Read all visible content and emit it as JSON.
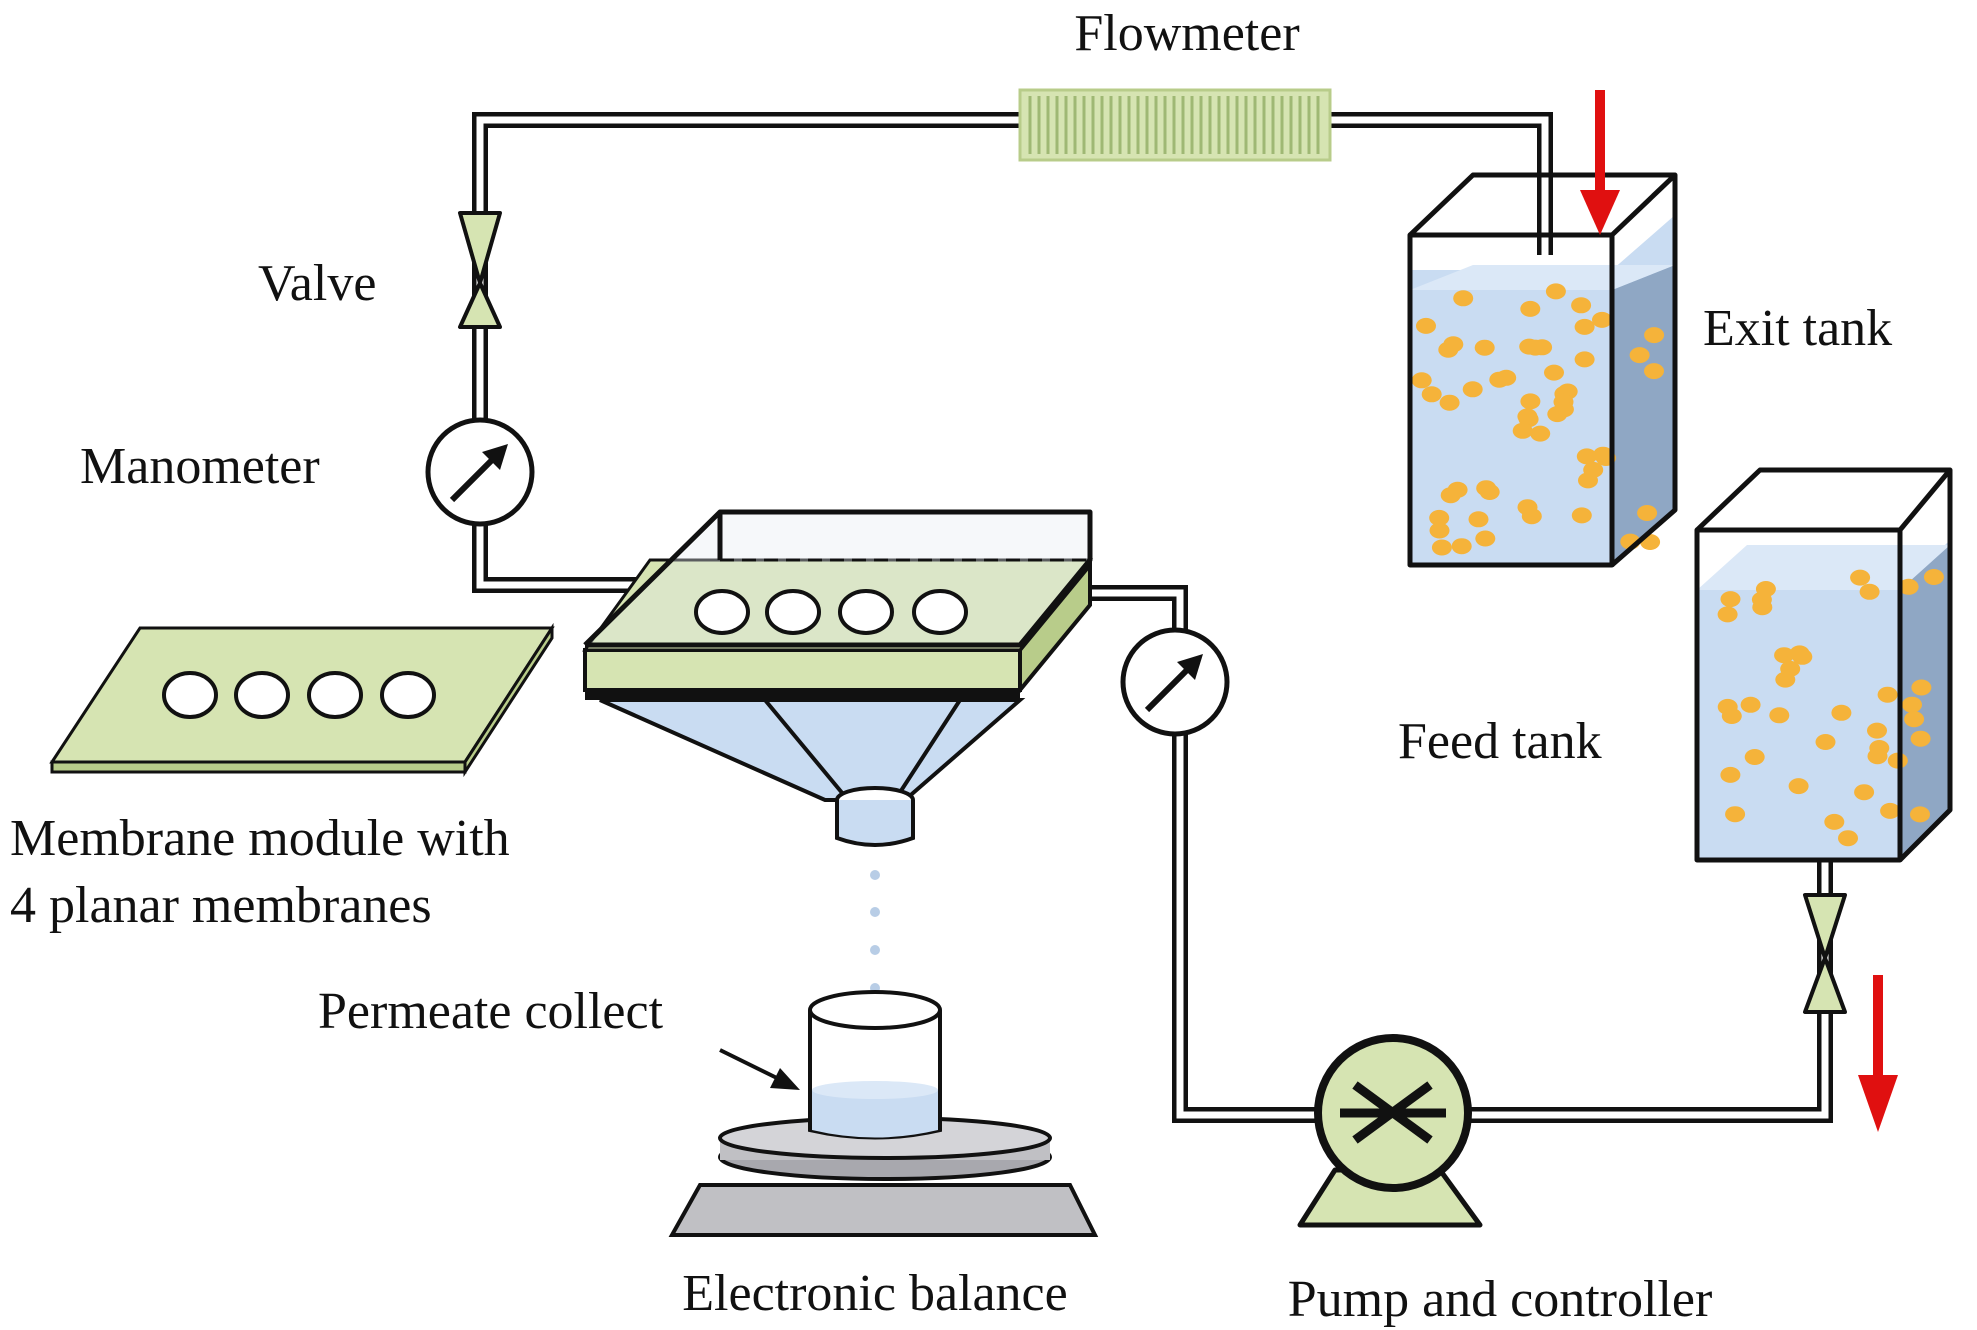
{
  "labels": {
    "flowmeter": "Flowmeter",
    "valve": "Valve",
    "manometer": "Manometer",
    "exit_tank": "Exit tank",
    "feed_tank": "Feed tank",
    "membrane_module_line1": "Membrane module with",
    "membrane_module_line2": "4 planar membranes",
    "permeate_collect": "Permeate collect",
    "electronic_balance": "Electronic balance",
    "pump_and_controller": "Pump and controller"
  },
  "colors": {
    "pipe": "#111111",
    "component_green": "#d6e4b2",
    "flowmeter_stripes": "#b8cc8a",
    "water_blue": "#c9dcf2",
    "water_side": "#8fa7c4",
    "particle": "#f5b33a",
    "flow_arrow": "#e01010",
    "balance_gray": "#c0c0c4"
  },
  "icons": {
    "flow_direction": "down-arrow-icon",
    "pressure_gauge": "gauge-icon",
    "valve": "valve-icon",
    "pump": "pump-icon"
  }
}
